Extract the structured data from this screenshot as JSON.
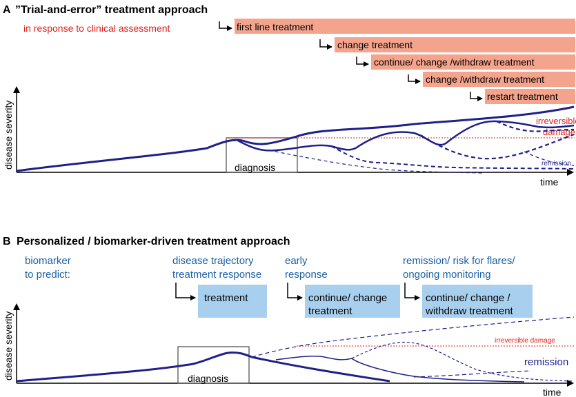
{
  "panelA": {
    "letter": "A",
    "title": "”Trial-and-error” treatment approach",
    "assessment": "in response to clinical assessment",
    "steps": [
      "first line treatment",
      "change treatment",
      "continue/ change /withdraw treatment",
      "change /withdraw treatment",
      "restart treatment"
    ],
    "y_label": "disease severity",
    "x_label": "time",
    "box_label": "diagnosis",
    "irreversible_line1": "irreversible",
    "irreversible_line2": "damage",
    "remission": "remission"
  },
  "panelB": {
    "letter": "B",
    "title": "Personalized / biomarker-driven treatment approach",
    "biomarker_line1": "biomarker",
    "biomarker_line2": "to predict:",
    "col1_line1": "disease trajectory",
    "col1_line2": "treatment response",
    "col2_line1": "early",
    "col2_line2": "response",
    "col3_line1": "remission/ risk for flares/",
    "col3_line2": "ongoing monitoring",
    "box1": "treatment",
    "box2_line1": "continue/ change",
    "box2_line2": "treatment",
    "box3_line1": "continue/ change /",
    "box3_line2": "withdraw treatment",
    "y_label": "disease severity",
    "x_label": "time",
    "box_label": "diagnosis",
    "irreversible": "irreversible damage",
    "remission": "remission"
  },
  "colors": {
    "curve": "#1f1f8a",
    "salmon": "#f4a48c",
    "blue_box": "#a8d0ee",
    "red_text": "#e0201a",
    "blue_text": "#1a5fa8"
  }
}
